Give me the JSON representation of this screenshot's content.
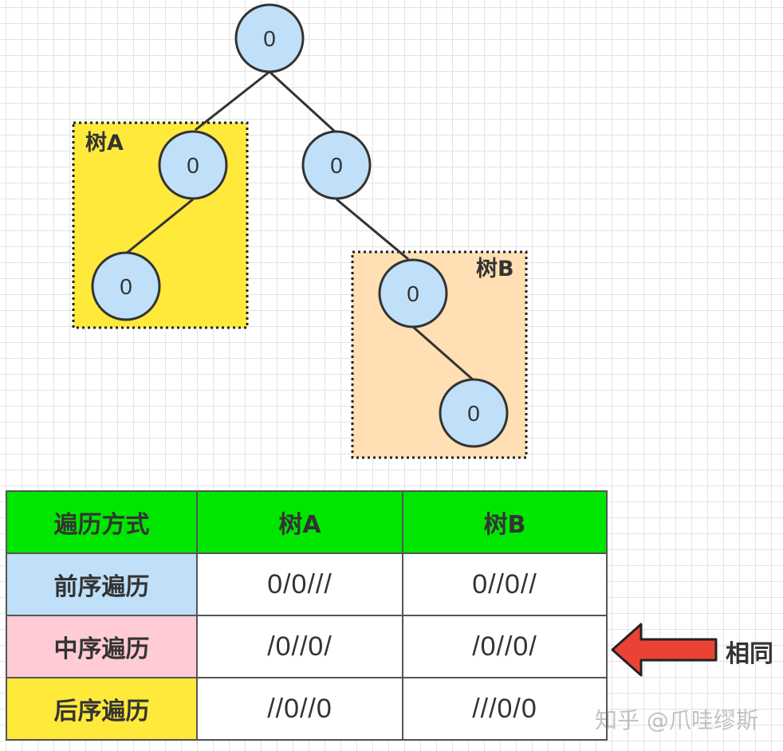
{
  "diagram": {
    "regions": [
      {
        "label": "树A",
        "fill": "#ffe93b"
      },
      {
        "label": "树B",
        "fill": "#ffdfb3"
      }
    ],
    "node_fill": "#bfe0f8",
    "nodes": [
      {
        "label": "0"
      },
      {
        "label": "0"
      },
      {
        "label": "0"
      },
      {
        "label": "0"
      },
      {
        "label": "0"
      },
      {
        "label": "0"
      }
    ]
  },
  "table": {
    "header": [
      "遍历方式",
      "树A",
      "树B"
    ],
    "header_color": "#00e600",
    "rows": [
      {
        "label": "前序遍历",
        "color": "#bfe0f8",
        "tree_a": "0/0///",
        "tree_b": "0//0//"
      },
      {
        "label": "中序遍历",
        "color": "#ffccd6",
        "tree_a": "/0//0/",
        "tree_b": "/0//0/"
      },
      {
        "label": "后序遍历",
        "color": "#ffe93b",
        "tree_a": "//0//0",
        "tree_b": "///0/0"
      }
    ]
  },
  "annotation": {
    "label": "相同",
    "arrow_color": "#ea4335"
  },
  "watermark": "知乎 @爪哇缪斯"
}
